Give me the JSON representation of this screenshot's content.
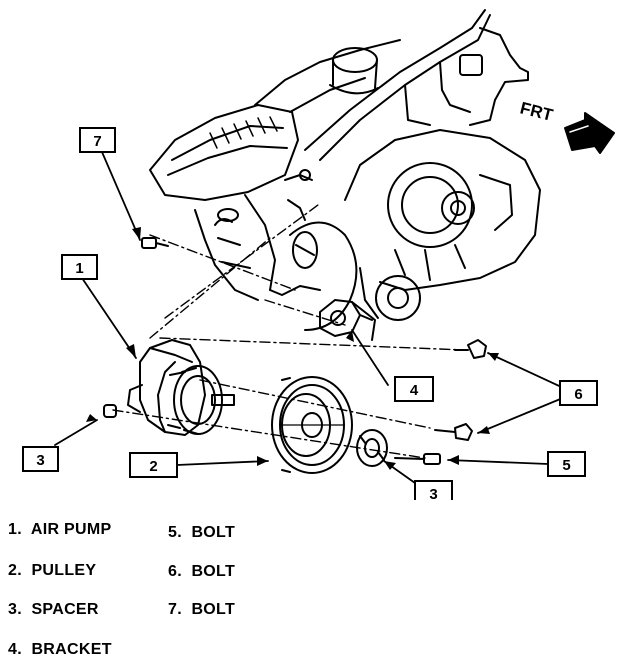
{
  "diagram": {
    "direction_label": "FRT",
    "callouts": [
      "7",
      "1",
      "3",
      "2",
      "4",
      "6",
      "3",
      "5"
    ]
  },
  "legend": [
    {
      "num": "1.",
      "label": "AIR PUMP"
    },
    {
      "num": "2.",
      "label": "PULLEY"
    },
    {
      "num": "3.",
      "label": "SPACER"
    },
    {
      "num": "4.",
      "label": "BRACKET"
    },
    {
      "num": "5.",
      "label": "BOLT"
    },
    {
      "num": "6.",
      "label": "BOLT"
    },
    {
      "num": "7.",
      "label": "BOLT"
    }
  ]
}
